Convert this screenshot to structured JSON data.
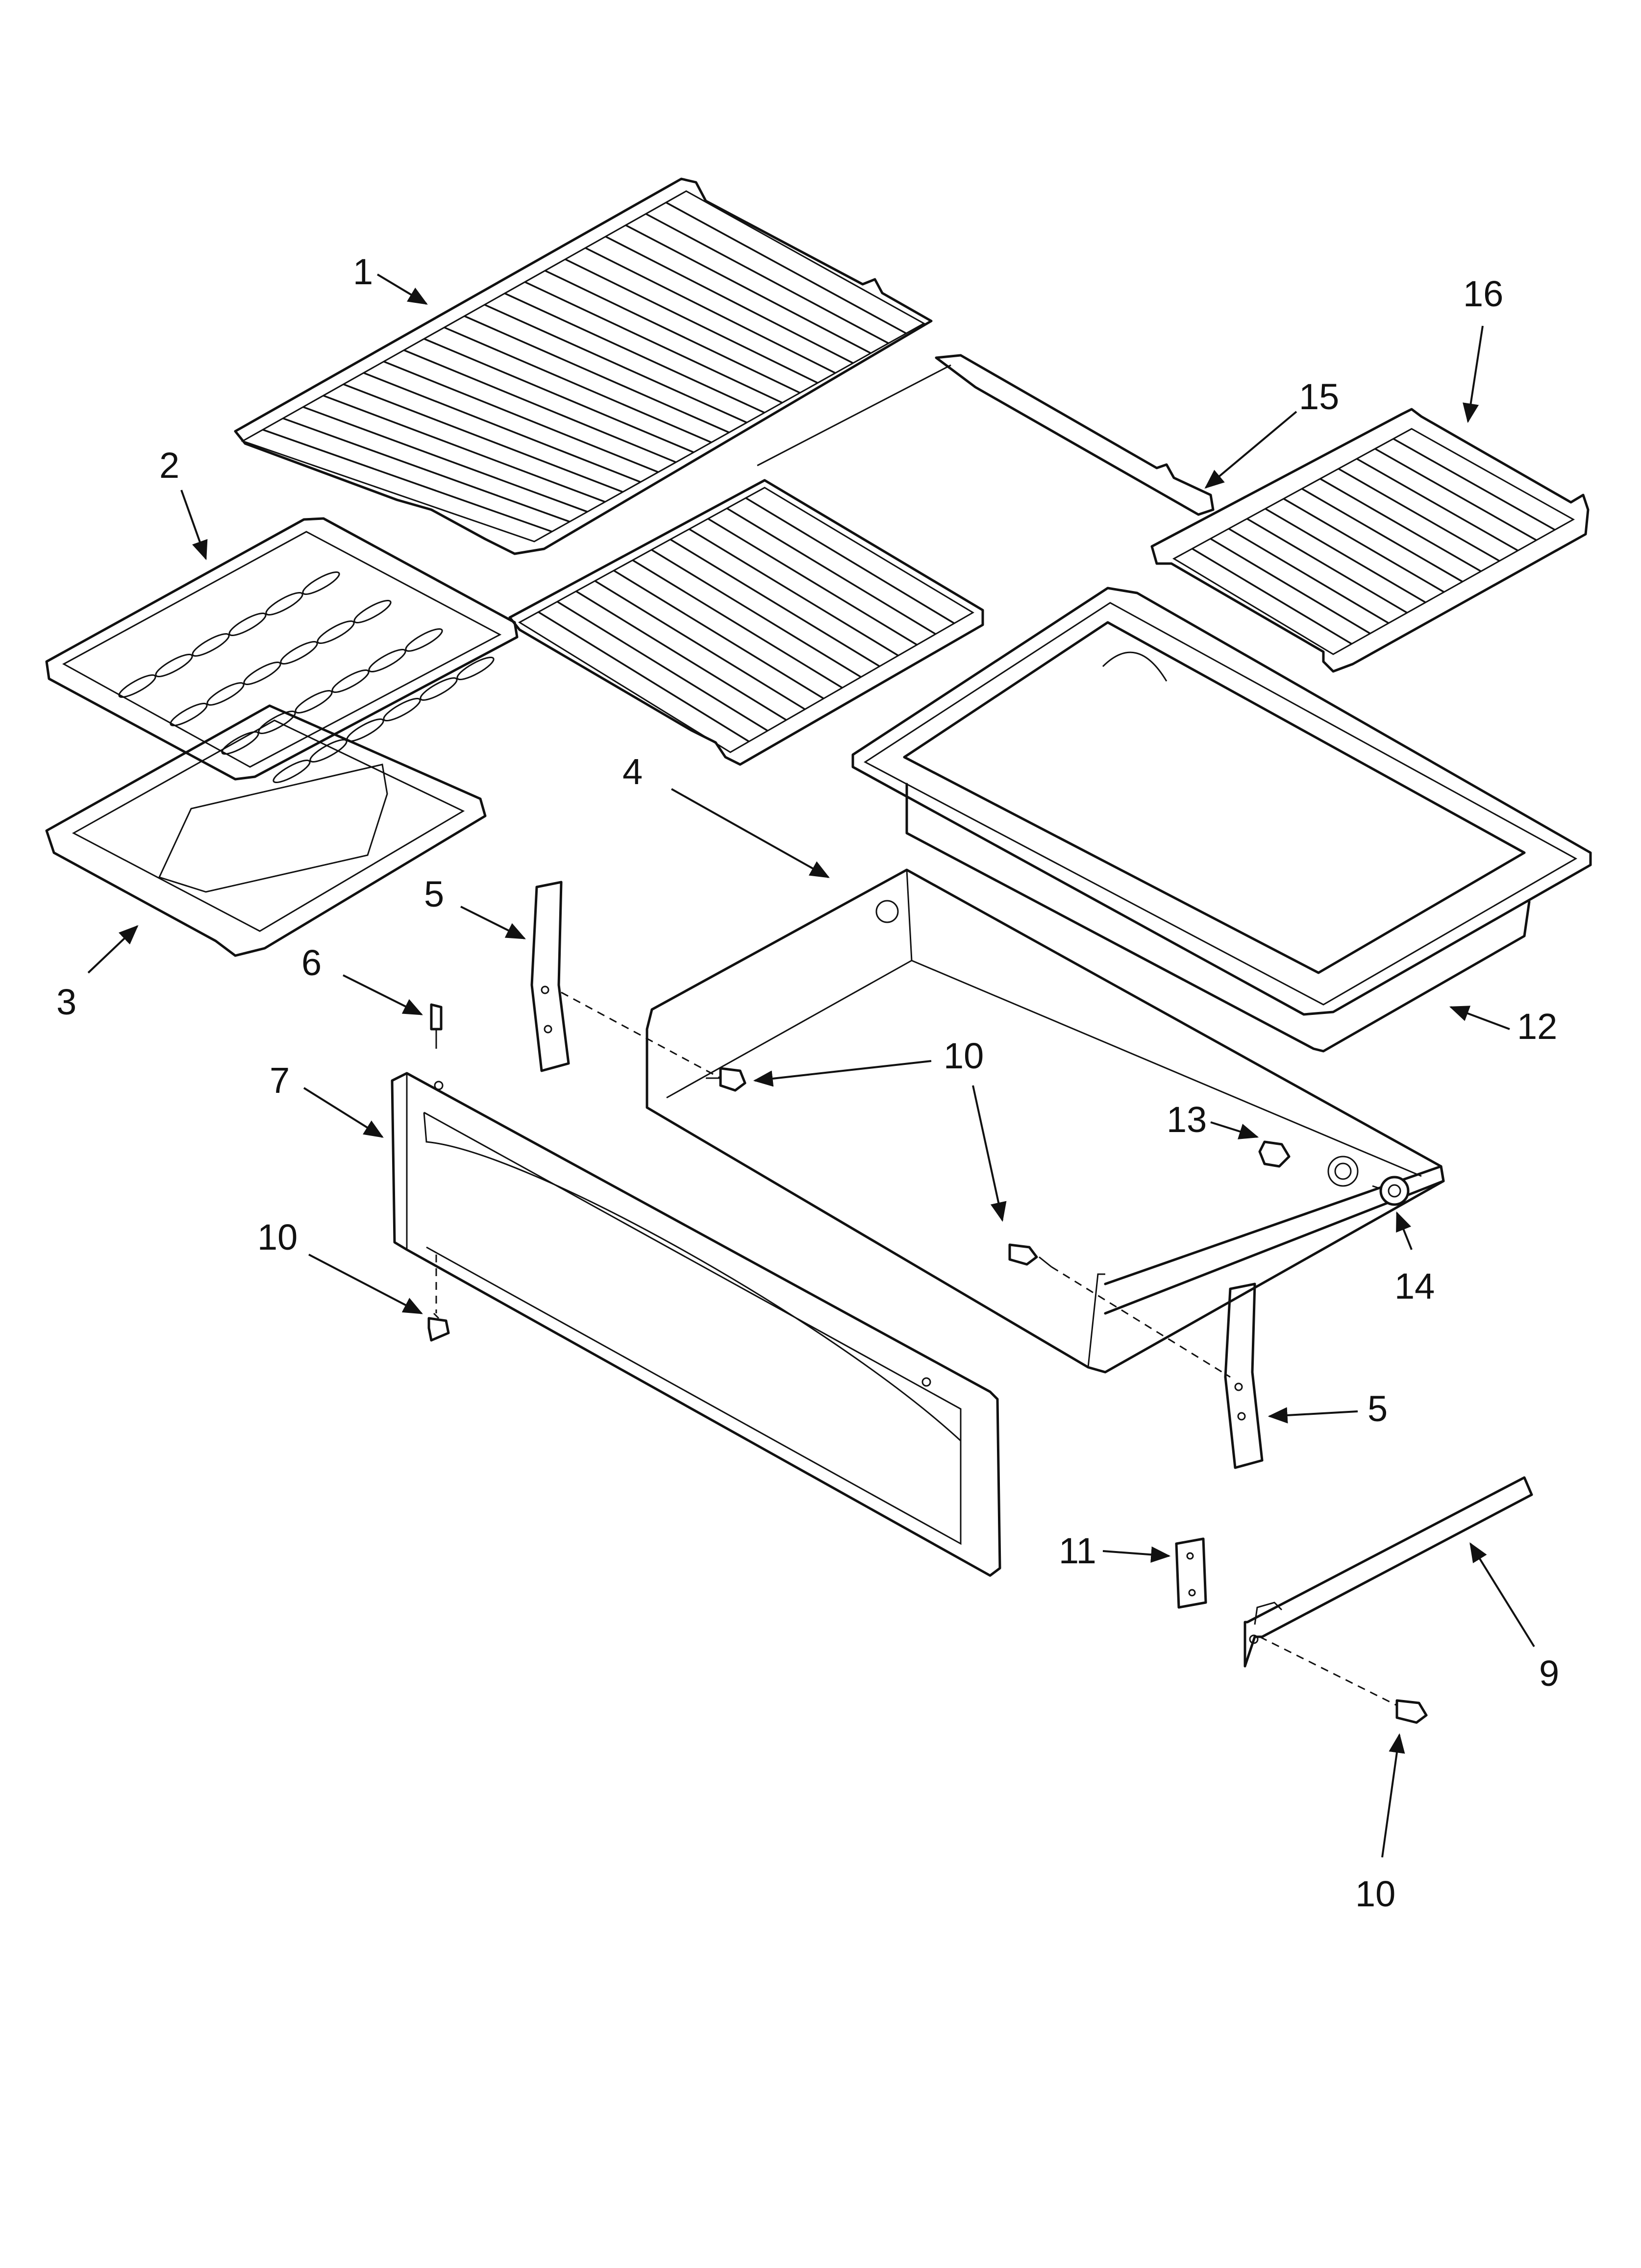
{
  "diagram": {
    "callouts": [
      {
        "id": "c1",
        "label": "1"
      },
      {
        "id": "c2",
        "label": "2"
      },
      {
        "id": "c3",
        "label": "3"
      },
      {
        "id": "c4",
        "label": "4"
      },
      {
        "id": "c5a",
        "label": "5"
      },
      {
        "id": "c5b",
        "label": "5"
      },
      {
        "id": "c6",
        "label": "6"
      },
      {
        "id": "c7",
        "label": "7"
      },
      {
        "id": "c9",
        "label": "9"
      },
      {
        "id": "c10a",
        "label": "10"
      },
      {
        "id": "c10b",
        "label": "10"
      },
      {
        "id": "c10c",
        "label": "10"
      },
      {
        "id": "c10d",
        "label": "10"
      },
      {
        "id": "c11",
        "label": "11"
      },
      {
        "id": "c12",
        "label": "12"
      },
      {
        "id": "c13",
        "label": "13"
      },
      {
        "id": "c14",
        "label": "14"
      },
      {
        "id": "c15",
        "label": "15"
      },
      {
        "id": "c16",
        "label": "16"
      }
    ],
    "colors": {
      "line": "#111111",
      "background": "#ffffff"
    }
  }
}
